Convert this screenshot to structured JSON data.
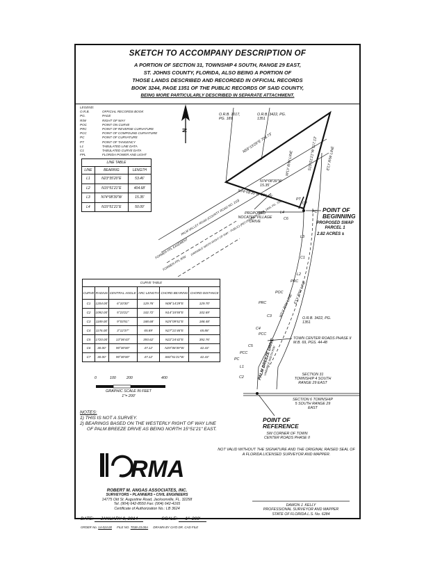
{
  "title": "SKETCH TO ACCOMPANY DESCRIPTION OF",
  "description_lines": [
    "A PORTION OF SECTION 31, TOWNSHIP 4 SOUTH, RANGE 29 EAST,",
    "ST. JOHNS COUNTY, FLORIDA, ALSO BEING A PORTION OF",
    "THOSE LANDS DESCRIBED AND RECORDED IN OFFICIAL RECORDS",
    "BOOK 3244, PAGE 1351 OF THE PUBLIC RECORDS OF SAID COUNTY,",
    "BEING MORE PARTICULARLY DESCRIBED IN SEPARATE ATTACHMENT."
  ],
  "legend": {
    "heading": "LEGEND:",
    "items": [
      {
        "key": "O.R.B.",
        "value": "OFFICIAL RECORDS BOOK"
      },
      {
        "key": "PG.",
        "value": "PAGE"
      },
      {
        "key": "R/W",
        "value": "RIGHT OF WAY"
      },
      {
        "key": "POC",
        "value": "POINT ON CURVE"
      },
      {
        "key": "PRC",
        "value": "POINT OF REVERSE CURVATURE"
      },
      {
        "key": "PCC",
        "value": "POINT OF COMPOUND CURVATURE"
      },
      {
        "key": "PC",
        "value": "POINT OF CURVATURE"
      },
      {
        "key": "PT",
        "value": "POINT OF TANGENCY"
      },
      {
        "key": "L1",
        "value": "TABULATED LINE DATA"
      },
      {
        "key": "C1",
        "value": "TABULATED CURVE DATA"
      },
      {
        "key": "FPL",
        "value": "FLORIDA POWER AND LIGHT"
      }
    ]
  },
  "north_label": "N",
  "line_table": {
    "caption": "LINE TABLE",
    "headers": [
      "LINE",
      "BEARING",
      "LENGTH"
    ],
    "rows": [
      [
        "L1",
        "N23°35'20\"E",
        "53.46'"
      ],
      [
        "L2",
        "N15°51'21\"E",
        "404.68'"
      ],
      [
        "L3",
        "N74°08'39\"W",
        "15.35'"
      ],
      [
        "L4",
        "N15°51'21\"E",
        "50.00'"
      ]
    ]
  },
  "curve_table": {
    "caption": "CURVE TABLE",
    "headers": [
      "CURVE",
      "RADIUS",
      "CENTRAL ANGLE",
      "ARC LENGTH",
      "CHORD BEARING",
      "CHORD DISTANCE"
    ],
    "rows": [
      [
        "C1",
        "1204.00'",
        "6°10'30\"",
        "129.76'",
        "N08°14'29\"E",
        "129.70'"
      ],
      [
        "C2",
        "1092.00'",
        "5°23'22\"",
        "102.72'",
        "N14°15'55\"E",
        "102.69'"
      ],
      [
        "C3",
        "1189.00'",
        "9°03'51\"",
        "188.68'",
        "N25°09'51\"E",
        "188.48'"
      ],
      [
        "C4",
        "1176.00'",
        "3°12'37\"",
        "65.89'",
        "N27°21'46\"E",
        "65.88'"
      ],
      [
        "C5",
        "1720.00'",
        "13°06'43\"",
        "393.62'",
        "N22°24'42\"E",
        "392.76'"
      ],
      [
        "C6",
        "30.00'",
        "90°00'00\"",
        "47.12'",
        "N29°08'39\"W",
        "42.43'"
      ],
      [
        "C7",
        "30.00'",
        "90°00'00\"",
        "47.12'",
        "S60°51'21\"W",
        "42.43'"
      ]
    ]
  },
  "map_labels": {
    "orb_1017": "O.R.B. 1017, PG. 189",
    "orb_3422_top": "O.R.B. 3422, PG. 1351",
    "bearing_n55": "N55°19'29\"E 708.73'",
    "bearing_s15": "S15°51'21\"W 517.13'",
    "bearing_n74_small": "N74°08'39\"W 15.35'",
    "bearing_n74_long": "N74°08'39\"W 405.15'",
    "palm_valley_road": "PALM VALLEY ROAD (COUNTY ROAD NO. 210)",
    "palm_valley_sub": "(VARIABLE WIDTH RIGHT OF WAY - PUBLIC) (RECORDED IN O.R.B. 1935, PG. 735)",
    "former_fpl_easement": "FORMER FPL EASEMENT",
    "former_fpl_row": "FORMER FPL R/W",
    "wly_row_line_top": "W'LY R/W LINE",
    "ely_row_line_top": "E'LY R/W LINE",
    "pt": "PT",
    "pc": "PC",
    "c7": "C7",
    "l4": "L4",
    "c6": "C6",
    "l3": "L3",
    "c1": "C1",
    "proposed_nocatee": "PROPOSED NOCATEE VILLAGE DRIVE",
    "point_of_beginning": "POINT OF BEGINNING",
    "swap_parcel": "PROPOSED SWAP PARCEL 1",
    "acres": "2.82 ACRES ±",
    "prc": "PRC",
    "poc": "POC",
    "pcc": "PCC",
    "wly_row_line_mid": "W'LY R/W LINE",
    "ely_row_line_mid": "E'LY R/W LINE",
    "orb_3422_mid": "O.R.B. 3422, PG. 1351",
    "town_center_roads": "TOWN CENTER ROADS PHASE II M.B. 69, PGS. 44-48",
    "c3": "C3",
    "c4": "C4",
    "c5": "C5",
    "l1": "L1",
    "l2": "L2",
    "c2": "C2",
    "palm_breeze_drive": "PALM BREEZE DRIVE",
    "palm_breeze_sub": "VARIABLE WIDTH R/W",
    "section_31": "SECTION 31 TOWNSHIP 4 SOUTH RANGE 29 EAST",
    "section_6": "SECTION 6 TOWNSHIP 5 SOUTH RANGE 29 EAST",
    "point_of_reference": "POINT OF REFERENCE",
    "reference_desc": "SW CORNER OF TOWN CENTER ROADS PHASE II"
  },
  "scale": {
    "ticks": [
      "0",
      "100",
      "200",
      "400"
    ],
    "caption": "GRAPHIC SCALE IN FEET",
    "ratio": "1\"= 200'"
  },
  "notes": {
    "heading": "NOTES:",
    "items": [
      "1) THIS IS NOT A SURVEY.",
      "2) BEARINGS BASED ON THE WESTERLY RIGHT OF WAY LINE",
      "OF PALM BREEZE DRIVE AS BEING NORTH 15°51'21\" EAST."
    ]
  },
  "certification": "NOT VALID WITHOUT THE SIGNATURE AND THE ORIGINAL RAISED SEAL OF A FLORIDA LICENSED SURVEYOR AND MAPPER.",
  "logo_text": "RMA",
  "company": {
    "name": "ROBERT M. ANGAS ASSOCIATES, INC.",
    "services": "SURVEYORS • PLANNERS • CIVIL ENGINEERS",
    "address": "14775 Old St. Augustine Road, Jacksonville, FL. 32258",
    "phone": "Tel. (904) 642-8550    Fax: (904) 642-4165",
    "license": "Certificate of Authorization No.: LB 3624"
  },
  "surveyor": {
    "name": "DAMON J. KELLY",
    "title": "PROFESSIONAL SURVEYOR AND MAPPER",
    "license": "STATE OF FLORIDA  L.S. No. 6284"
  },
  "date_label": "DATE:",
  "date_value": "JANUARY 9, 2014",
  "scale_label": "SCALE:",
  "scale_value": "1\"=200'",
  "footer": {
    "order_label": "ORDER No.",
    "order_value": "14-024.00",
    "file_label": "FILE NO.",
    "file_value": "T038-23.00A",
    "rest": "DRAWN BY  CH'D  DR.  CAD FILE"
  }
}
